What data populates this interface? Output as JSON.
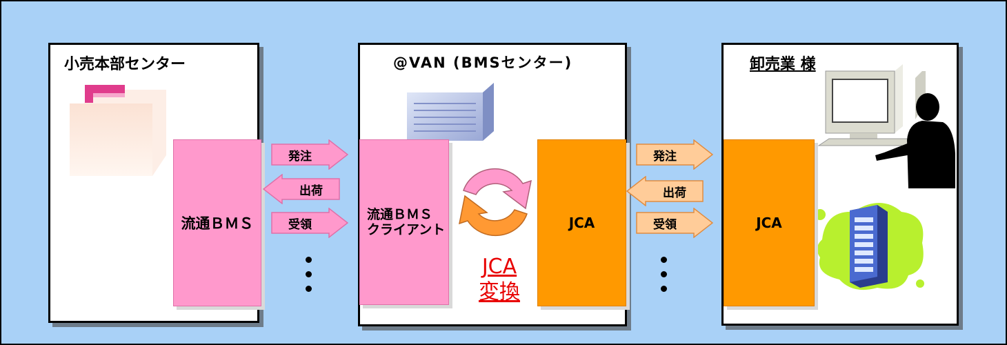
{
  "panels": {
    "retail": {
      "title": "小売本部センター",
      "system": "流通ＢＭＳ"
    },
    "van": {
      "title": "@VAN (BMSセンター)",
      "client": "流通ＢＭＳ\nクライアント",
      "jca": "JCA"
    },
    "wholesale": {
      "title": "卸売業 様",
      "jca": "JCA"
    }
  },
  "messages": {
    "left": [
      "発注",
      "出荷",
      "受領"
    ],
    "right": [
      "発注",
      "出荷",
      "受領"
    ]
  },
  "conversion": {
    "line1": "JCA",
    "line2": "変換"
  },
  "colors": {
    "background": "#a9d1f7",
    "pink": "#ff99cc",
    "orange": "#ff9900",
    "conversion_text": "#e80000"
  },
  "icons": [
    "building-icon",
    "server-icon",
    "computer-user-icon",
    "server-tower-icon",
    "cycle-arrows-icon"
  ]
}
